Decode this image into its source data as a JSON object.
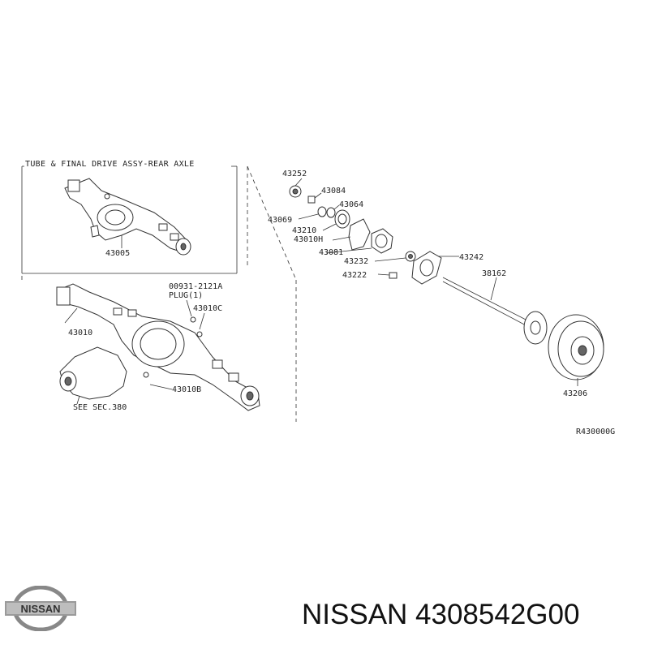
{
  "diagram": {
    "title": "TUBE & FINAL DRIVE ASSY-REAR AXLE",
    "ref_code": "R430000G",
    "see_section": "SEE SEC.380",
    "labels": {
      "p43005": "43005",
      "p43010": "43010",
      "p00931": "00931-2121A",
      "plug": "PLUG(1)",
      "p43010C": "43010C",
      "p43010B": "43010B",
      "p43252": "43252",
      "p43084": "43084",
      "p43064": "43064",
      "p43069": "43069",
      "p43210": "43210",
      "p43010H": "43010H",
      "p43081": "43081",
      "p43232": "43232",
      "p43242": "43242",
      "p43222": "43222",
      "p38162": "38162",
      "p43206": "43206"
    }
  },
  "brand": {
    "logo_text": "NISSAN",
    "caption": "NISSAN 4308542G00"
  }
}
